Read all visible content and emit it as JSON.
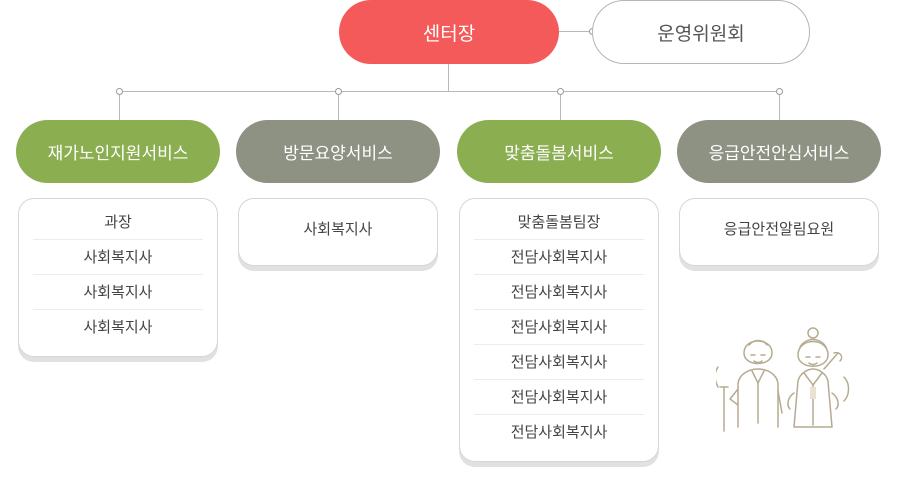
{
  "top": {
    "head": "센터장",
    "committee": "운영위원회"
  },
  "departments": [
    {
      "name": "재가노인지원서비스",
      "staff": [
        "과장",
        "사회복지사",
        "사회복지사",
        "사회복지사"
      ]
    },
    {
      "name": "방문요양서비스",
      "staff": [
        "사회복지사"
      ]
    },
    {
      "name": "맞춤돌봄서비스",
      "staff": [
        "맞춤돌봄팀장",
        "전담사회복지사",
        "전담사회복지사",
        "전담사회복지사",
        "전담사회복지사",
        "전담사회복지사",
        "전담사회복지사"
      ]
    },
    {
      "name": "응급안전안심서비스",
      "staff": [
        "응급안전알림요원"
      ]
    }
  ],
  "colors": {
    "head": "#f45a5a",
    "green": "#8bae50",
    "gray": "#8d9283"
  },
  "icons": {
    "illustration": "elderly-couple-illustration"
  }
}
